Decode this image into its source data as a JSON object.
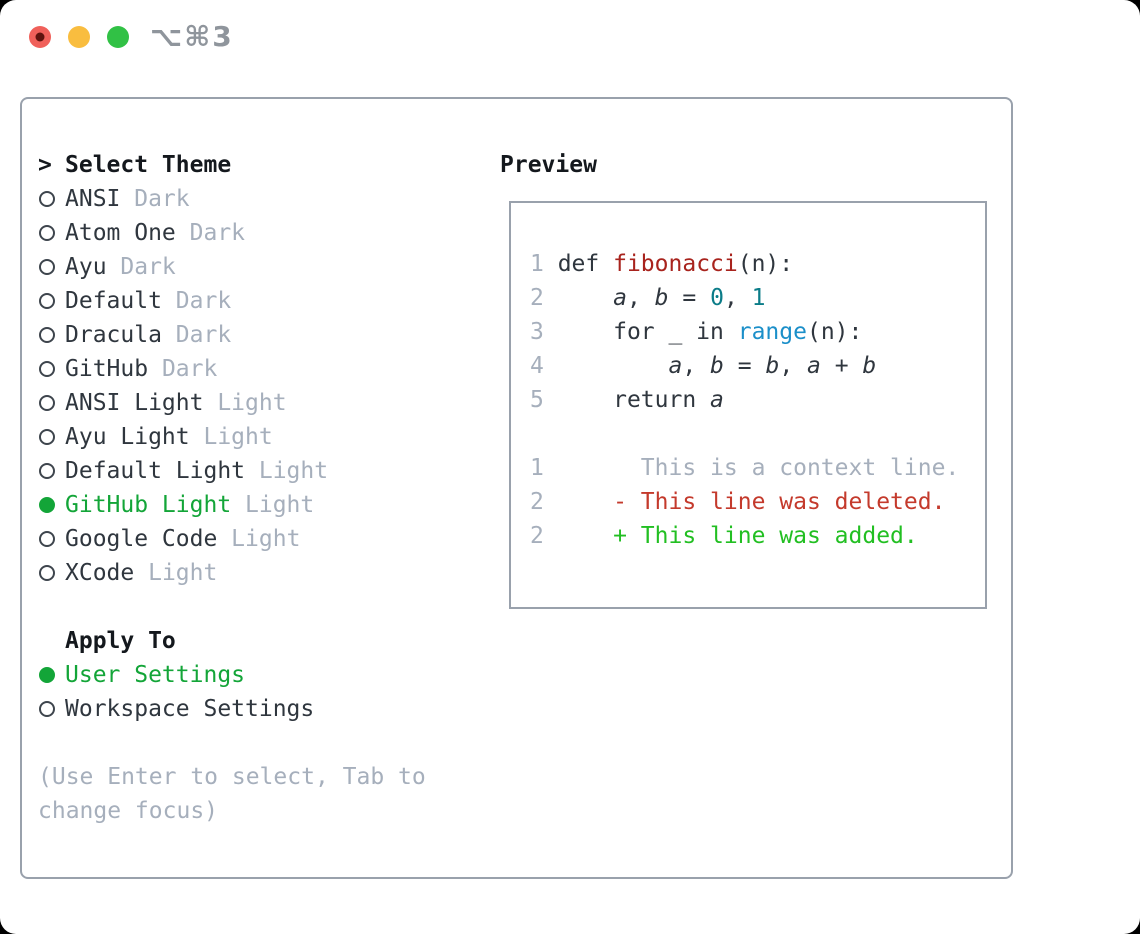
{
  "titlebar": {
    "title": "⌥⌘3",
    "traffic_lights": [
      {
        "name": "close-button",
        "color": "#f0605a",
        "dot": "#5f130e"
      },
      {
        "name": "minimize-button",
        "color": "#f9bd3f",
        "dot": null
      },
      {
        "name": "zoom-button",
        "color": "#31c145",
        "dot": null
      }
    ]
  },
  "select_theme": {
    "header_marker": ">",
    "header": "Select Theme",
    "items": [
      {
        "name": "ANSI",
        "variant": "Dark",
        "selected": false
      },
      {
        "name": "Atom One",
        "variant": "Dark",
        "selected": false
      },
      {
        "name": "Ayu",
        "variant": "Dark",
        "selected": false
      },
      {
        "name": "Default",
        "variant": "Dark",
        "selected": false
      },
      {
        "name": "Dracula",
        "variant": "Dark",
        "selected": false
      },
      {
        "name": "GitHub",
        "variant": "Dark",
        "selected": false
      },
      {
        "name": "ANSI Light",
        "variant": "Light",
        "selected": false
      },
      {
        "name": "Ayu Light",
        "variant": "Light",
        "selected": false
      },
      {
        "name": "Default Light",
        "variant": "Light",
        "selected": false
      },
      {
        "name": "GitHub Light",
        "variant": "Light",
        "selected": true
      },
      {
        "name": "Google Code",
        "variant": "Light",
        "selected": false
      },
      {
        "name": "XCode",
        "variant": "Light",
        "selected": false
      }
    ]
  },
  "apply_to": {
    "header": "Apply To",
    "items": [
      {
        "name": "User Settings",
        "selected": true
      },
      {
        "name": "Workspace Settings",
        "selected": false
      }
    ]
  },
  "hint": "(Use Enter to select, Tab to change focus)",
  "preview": {
    "header": "Preview",
    "lines": [
      {
        "num": "1",
        "segments": [
          [
            " def ",
            "c-code"
          ],
          [
            "fibonacci",
            "c-func"
          ],
          [
            "(n):",
            "c-code"
          ]
        ]
      },
      {
        "num": "2",
        "segments": [
          [
            "     ",
            "c-code"
          ],
          [
            "a",
            "c-var"
          ],
          [
            ", ",
            "c-code"
          ],
          [
            "b",
            "c-var"
          ],
          [
            " = ",
            "c-code"
          ],
          [
            "0",
            "c-num"
          ],
          [
            ", ",
            "c-code"
          ],
          [
            "1",
            "c-num"
          ]
        ]
      },
      {
        "num": "3",
        "segments": [
          [
            "     for _ in ",
            "c-code"
          ],
          [
            "range",
            "c-builtin"
          ],
          [
            "(n):",
            "c-code"
          ]
        ]
      },
      {
        "num": "4",
        "segments": [
          [
            "         ",
            "c-code"
          ],
          [
            "a",
            "c-var"
          ],
          [
            ", ",
            "c-code"
          ],
          [
            "b",
            "c-var"
          ],
          [
            " = ",
            "c-code"
          ],
          [
            "b",
            "c-var"
          ],
          [
            ", ",
            "c-code"
          ],
          [
            "a",
            "c-var"
          ],
          [
            " + ",
            "c-code"
          ],
          [
            "b",
            "c-var"
          ]
        ]
      },
      {
        "num": "5",
        "segments": [
          [
            "     return ",
            "c-code"
          ],
          [
            "a",
            "c-var"
          ]
        ]
      },
      {
        "num": " ",
        "segments": []
      },
      {
        "num": "1",
        "segments": [
          [
            "       This is a context line.",
            "c-ctx"
          ]
        ]
      },
      {
        "num": "2",
        "segments": [
          [
            "     ",
            "c-code"
          ],
          [
            "- This line was deleted.",
            "c-del"
          ]
        ]
      },
      {
        "num": "2",
        "segments": [
          [
            "     ",
            "c-code"
          ],
          [
            "+ This line was added.",
            "c-add"
          ]
        ]
      }
    ]
  },
  "colors": {
    "panel_border": "#99a1ac",
    "selected_green": "#13a538",
    "added_green": "#22bf22",
    "deleted_red": "#c43a2c",
    "function_red": "#a8231d",
    "number_teal": "#0b7c88",
    "builtin_blue": "#1b8fc9",
    "muted_gray": "#a6afbc",
    "ink": "#14181d",
    "text": "#2f363e",
    "title_gray": "#8f959c"
  }
}
